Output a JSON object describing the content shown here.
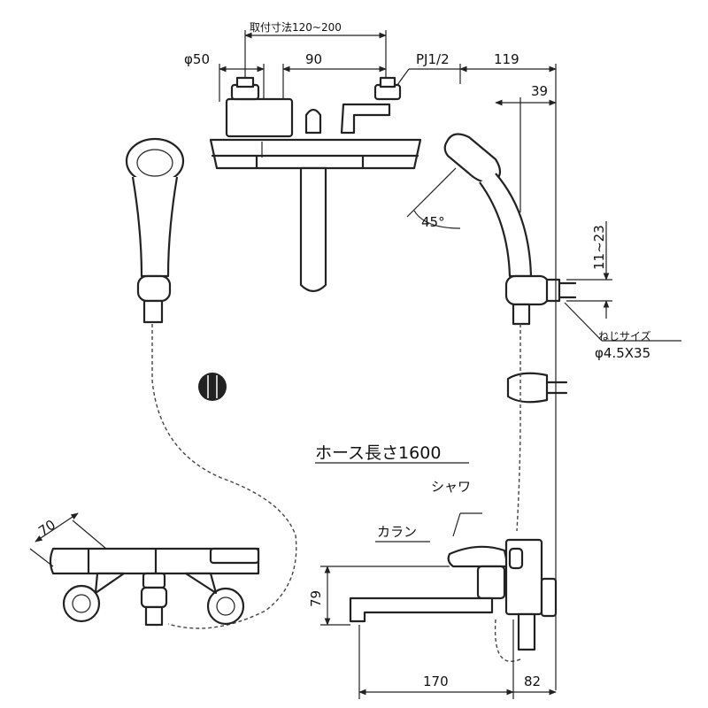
{
  "dimensions": {
    "mount_range": "取付寸法120~200",
    "body_dia": "φ50",
    "center": "90",
    "pipe": "PJ1/2",
    "right_total": "119",
    "right_inner": "39",
    "angle": "45°",
    "wall_gap": "11~23",
    "screw_size_label": "ねじサイズ",
    "screw_size": "φ4.5X35",
    "hose_length": "ホース長さ1600",
    "shower_label": "シャワ",
    "spout_label": "カラン",
    "depth": "70",
    "height": "79",
    "spout_len": "170",
    "wall_offset": "82"
  }
}
